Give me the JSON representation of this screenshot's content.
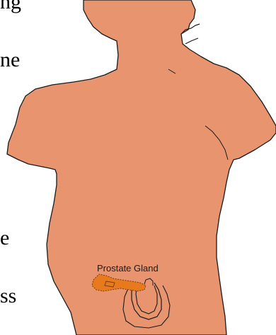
{
  "slide_text_fragments": [
    "ng",
    "ne",
    "e",
    "ss"
  ],
  "figure": {
    "callout_label": "Prostate Gland",
    "colors": {
      "body_fill": "#E8956F",
      "body_outline": "#1a1a1a",
      "gland_fill": "#E87A1E",
      "gland_outline": "#7a3c0c"
    }
  }
}
